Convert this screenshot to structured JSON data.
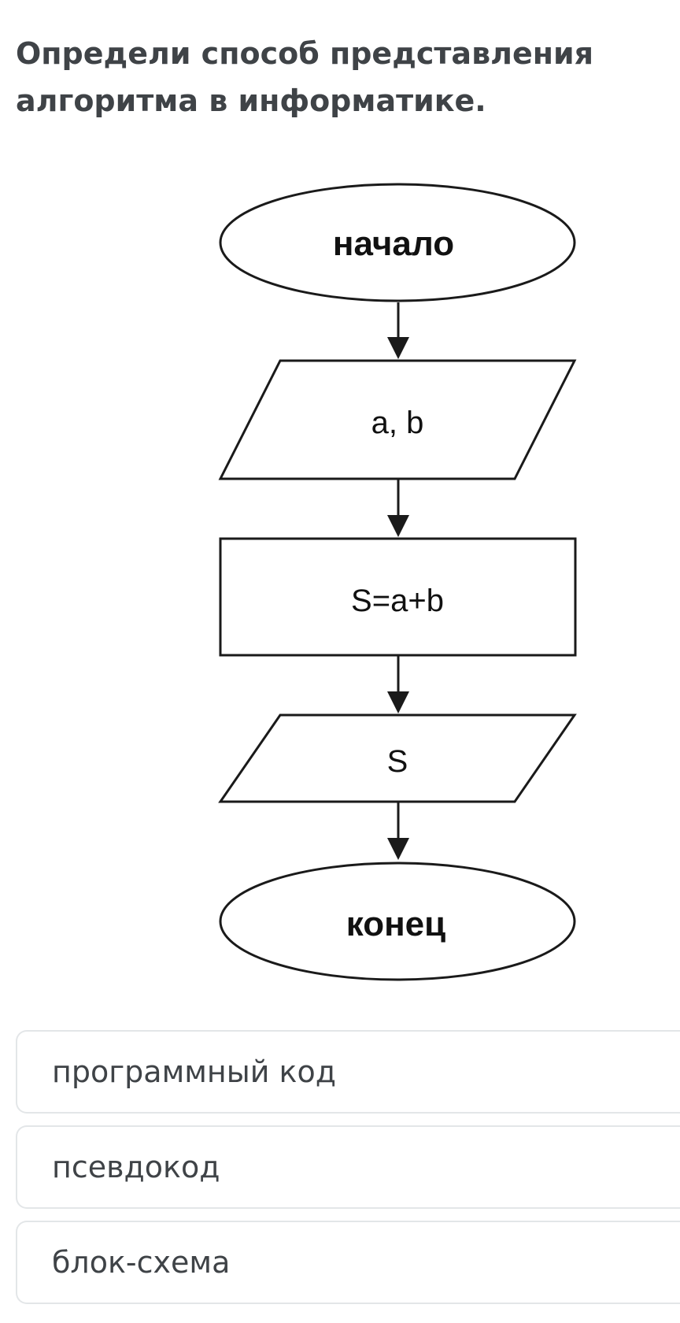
{
  "question": {
    "text": "Определи способ представления алгоритма в информатике."
  },
  "flowchart": {
    "nodes": [
      {
        "id": "start",
        "shape": "terminator",
        "label": "начало"
      },
      {
        "id": "input",
        "shape": "io",
        "label": "a, b"
      },
      {
        "id": "process",
        "shape": "process",
        "label": "S=a+b"
      },
      {
        "id": "output",
        "shape": "io",
        "label": "S"
      },
      {
        "id": "end",
        "shape": "terminator",
        "label": "конец"
      }
    ],
    "edges": [
      {
        "from": "start",
        "to": "input"
      },
      {
        "from": "input",
        "to": "process"
      },
      {
        "from": "process",
        "to": "output"
      },
      {
        "from": "output",
        "to": "end"
      }
    ]
  },
  "answers": {
    "options": [
      {
        "label": "программный код"
      },
      {
        "label": "псевдокод"
      },
      {
        "label": "блок-схема"
      }
    ]
  }
}
